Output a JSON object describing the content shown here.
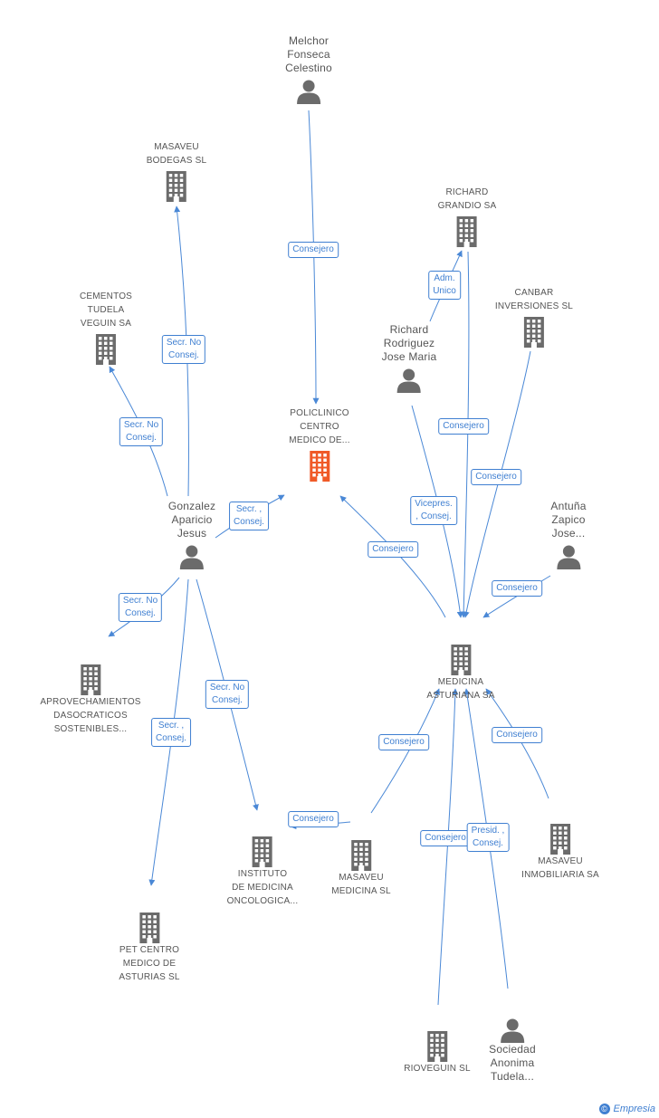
{
  "nodes": [
    {
      "id": "melchor",
      "type": "person",
      "label": "Melchor\nFonseca\nCelestino",
      "labelPos": "above"
    },
    {
      "id": "masaveu_bodegas",
      "type": "company",
      "label": "MASAVEU\nBODEGAS  SL",
      "labelPos": "above"
    },
    {
      "id": "richard_grandio",
      "type": "company",
      "label": "RICHARD\nGRANDIO SA",
      "labelPos": "above"
    },
    {
      "id": "cementos",
      "type": "company",
      "label": "CEMENTOS\nTUDELA\nVEGUIN SA",
      "labelPos": "above"
    },
    {
      "id": "canbar",
      "type": "company",
      "label": "CANBAR\nINVERSIONES SL",
      "labelPos": "above"
    },
    {
      "id": "richard_rodriguez",
      "type": "person",
      "label": "Richard\nRodriguez\nJose Maria",
      "labelPos": "above"
    },
    {
      "id": "policlinico",
      "type": "focus",
      "label": "POLICLINICO\nCENTRO\nMEDICO DE...",
      "labelPos": "above"
    },
    {
      "id": "gonzalez",
      "type": "person",
      "label": "Gonzalez\nAparicio\nJesus",
      "labelPos": "above"
    },
    {
      "id": "antuna",
      "type": "person",
      "label": "Antuña\nZapico\nJose...",
      "labelPos": "above"
    },
    {
      "id": "medicina_asturiana",
      "type": "company",
      "label": "MEDICINA\nASTURIANA SA",
      "labelPos": "below"
    },
    {
      "id": "aprovechamientos",
      "type": "company",
      "label": "APROVECHAMIENTOS\nDASOCRATICOS\nSOSTENIBLES...",
      "labelPos": "below"
    },
    {
      "id": "masaveu_inmobiliaria",
      "type": "company",
      "label": "MASAVEU\nINMOBILIARIA SA",
      "labelPos": "below"
    },
    {
      "id": "instituto",
      "type": "company",
      "label": "INSTITUTO\nDE MEDICINA\nONCOLOGICA...",
      "labelPos": "below"
    },
    {
      "id": "masaveu_medicina",
      "type": "company",
      "label": "MASAVEU\nMEDICINA  SL",
      "labelPos": "below"
    },
    {
      "id": "pet_centro",
      "type": "company",
      "label": "PET CENTRO\nMEDICO DE\nASTURIAS SL",
      "labelPos": "below"
    },
    {
      "id": "rioveguin",
      "type": "company",
      "label": "RIOVEGUIN SL",
      "labelPos": "below"
    },
    {
      "id": "sociedad",
      "type": "person",
      "label": "Sociedad\nAnonima\nTudela...",
      "labelPos": "below"
    }
  ],
  "edges": [
    {
      "id": "e1",
      "label": "Consejero"
    },
    {
      "id": "e2",
      "label": "Secr. No\nConsej."
    },
    {
      "id": "e3",
      "label": "Secr. No\nConsej."
    },
    {
      "id": "e4",
      "label": "Secr. ,\nConsej."
    },
    {
      "id": "e5",
      "label": "Adm.\nUnico"
    },
    {
      "id": "e6",
      "label": "Consejero"
    },
    {
      "id": "e7",
      "label": "Consejero"
    },
    {
      "id": "e8",
      "label": "Vicepres.\n, Consej."
    },
    {
      "id": "e9",
      "label": "Consejero"
    },
    {
      "id": "e10",
      "label": "Consejero"
    },
    {
      "id": "e11",
      "label": "Secr. No\nConsej."
    },
    {
      "id": "e12",
      "label": "Secr. No\nConsej."
    },
    {
      "id": "e13",
      "label": "Secr. ,\nConsej."
    },
    {
      "id": "e14",
      "label": "Consejero"
    },
    {
      "id": "e15",
      "label": "Consejero"
    },
    {
      "id": "e16",
      "label": "Consejero"
    },
    {
      "id": "e17",
      "label": "Consejero"
    },
    {
      "id": "e18",
      "label": "Presid. ,\nConsej."
    }
  ],
  "footer": {
    "brand": "Empresia",
    "copyright_symbol": "©"
  },
  "colors": {
    "edge": "#4a88d6",
    "focus_icon": "#f05a28",
    "node_icon": "#6b6b6b"
  }
}
